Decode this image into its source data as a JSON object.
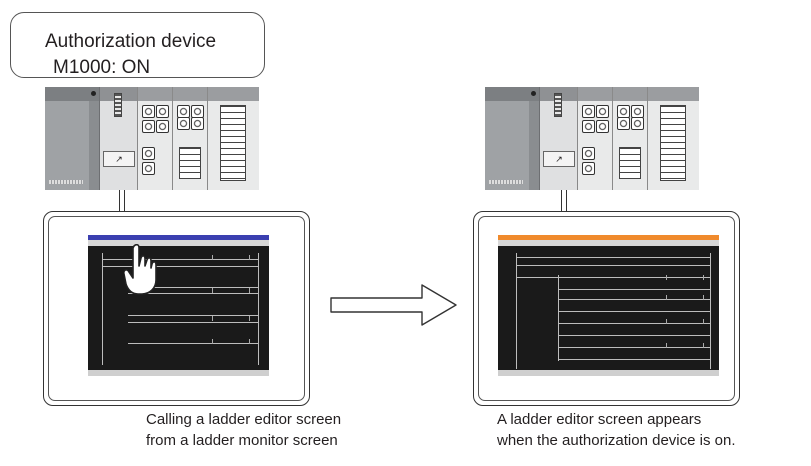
{
  "bubble": {
    "line1": "Authorization device",
    "line2": "M1000: ON"
  },
  "captions": {
    "left_line1": "Calling a ladder editor screen",
    "left_line2": "from a ladder monitor screen",
    "right_line1": "A ladder editor screen appears",
    "right_line2": "when the authorization device is on."
  },
  "colors": {
    "left_title_bar": "#3b3fb0",
    "right_title_bar": "#f08a2c",
    "screen_bg": "#1a1a1a"
  },
  "icons": {
    "hand": "pointing-hand-icon",
    "arrow": "right-arrow-icon"
  }
}
